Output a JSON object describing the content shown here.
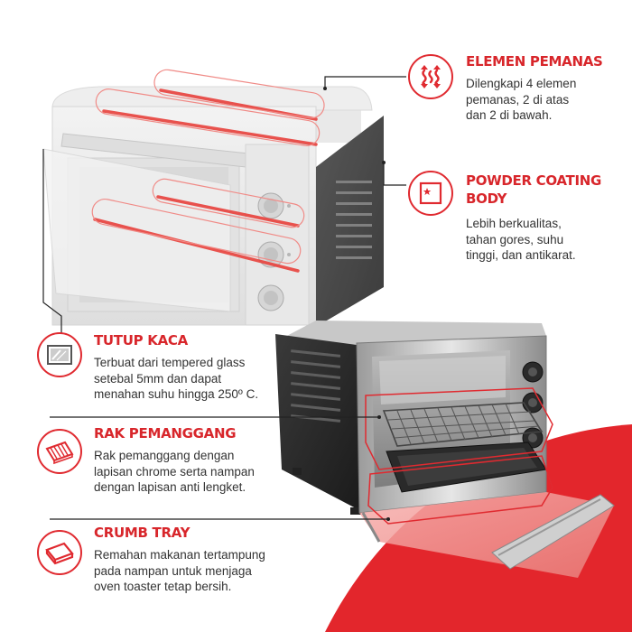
{
  "colors": {
    "accent": "#d8262b",
    "line": "#222222",
    "highlight": "#e02a30"
  },
  "features": [
    {
      "id": "heating-element",
      "icon": "heating-element-icon",
      "title": "ELEMEN PEMANAS",
      "desc": [
        "Dilengkapi 4 elemen",
        "pemanas, 2 di atas",
        "dan 2 di bawah."
      ]
    },
    {
      "id": "powder-coating",
      "icon": "powder-coating-icon",
      "title": [
        "POWDER COATING",
        "BODY"
      ],
      "desc": [
        "Lebih berkualitas,",
        "tahan gores, suhu",
        "tinggi, dan antikarat."
      ]
    },
    {
      "id": "glass-door",
      "icon": "glass-door-icon",
      "title": "TUTUP KACA",
      "desc": [
        "Terbuat dari tempered glass",
        "setebal 5mm dan dapat",
        "menahan suhu hingga 250º C."
      ]
    },
    {
      "id": "grill-rack",
      "icon": "grill-rack-icon",
      "title": "RAK PEMANGGANG",
      "desc": [
        "Rak pemanggang dengan",
        "lapisan chrome serta nampan",
        "dengan lapisan anti lengket."
      ]
    },
    {
      "id": "crumb-tray",
      "icon": "crumb-tray-icon",
      "title": "CRUMB TRAY",
      "desc": [
        "Remahan makanan tertampung",
        "pada nampan untuk menjaga",
        "oven toaster tetap bersih."
      ]
    }
  ]
}
